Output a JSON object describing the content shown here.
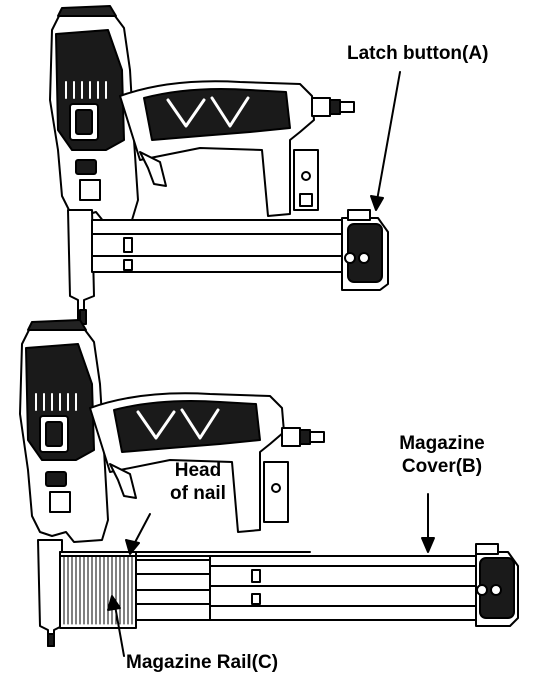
{
  "labels": {
    "latch_button": "Latch button(A)",
    "magazine_cover_line1": "Magazine",
    "magazine_cover_line2": "Cover(B)",
    "head_of_nail_line1": "Head",
    "head_of_nail_line2": "of nail",
    "magazine_rail": "Magazine Rail(C)"
  },
  "colors": {
    "ink": "#000000",
    "background": "#ffffff"
  }
}
